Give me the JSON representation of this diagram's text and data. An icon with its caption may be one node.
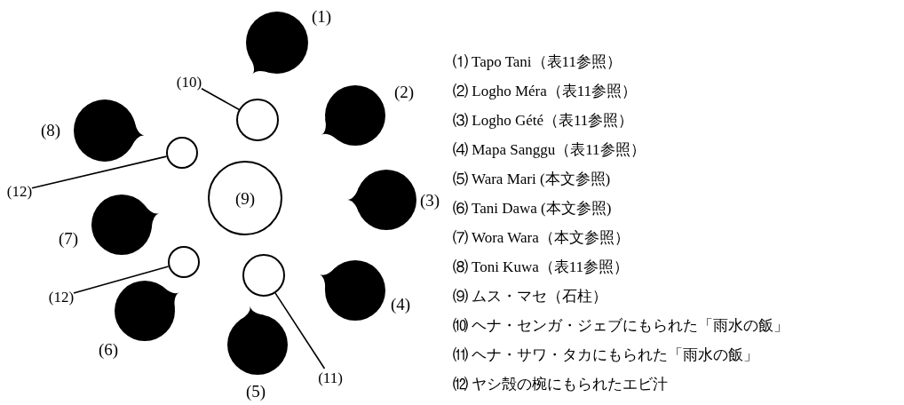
{
  "diagram": {
    "nodes": [
      {
        "text": [],
        "shape": "circle",
        "beside": [
          "(1)"
        ]
      },
      {
        "text": [],
        "shape": "circle",
        "beside": [
          "(2)"
        ]
      },
      {
        "text": [],
        "shape": "circle",
        "beside": [
          "(3)"
        ]
      },
      {
        "text": [],
        "shape": "circle",
        "beside": [
          "(4)"
        ]
      },
      {
        "text": [],
        "shape": "circle",
        "beside": [
          "(5)"
        ]
      },
      {
        "text": [],
        "shape": "circle",
        "beside": [
          "(6)"
        ]
      },
      {
        "text": [],
        "shape": "circle",
        "beside": [
          "(7)"
        ]
      },
      {
        "text": [],
        "shape": "circle",
        "beside": [
          "(8)"
        ]
      },
      {
        "text": [
          "(9)"
        ]
      },
      {
        "text": [
          "(10)"
        ]
      },
      {
        "text": [],
        "shape": "circle"
      },
      {
        "text": [],
        "shape": "circle"
      },
      {
        "text": [
          "(11)"
        ]
      },
      {
        "text": [
          "(12)"
        ]
      },
      {
        "text": [],
        "shape": "circle"
      },
      {
        "text": [
          "(12)"
        ]
      },
      {
        "text": [],
        "shape": "circle"
      }
    ],
    "edges": [
      {
        "from": 9,
        "to": 10,
        "arrow": "none"
      },
      {
        "from": 12,
        "to": 11,
        "arrow": "none"
      },
      {
        "from": 13,
        "to": 14,
        "arrow": "none"
      },
      {
        "from": 15,
        "to": 16,
        "arrow": "none"
      }
    ],
    "labels": [
      "⑴ Tapo Tani（表11参照）",
      "⑵ Logho Méra（表11参照）",
      "⑶ Logho Gété（表11参照）",
      "⑷ Mapa Sanggu（表11参照）",
      "⑸ Wara Mari (本文参照)",
      "⑹ Tani Dawa (本文参照)",
      "⑺ Wora Wara（本文参照）",
      "⑻ Toni Kuwa（表11参照）",
      "⑼ ムス・マセ（石柱）",
      "⑽ ヘナ・センガ・ジェブにもられた「雨水の飯」",
      "⑾ ヘナ・サワ・タカにもられた「雨水の飯」",
      "⑿ ヤシ殻の椀にもられたエビ汁"
    ]
  }
}
